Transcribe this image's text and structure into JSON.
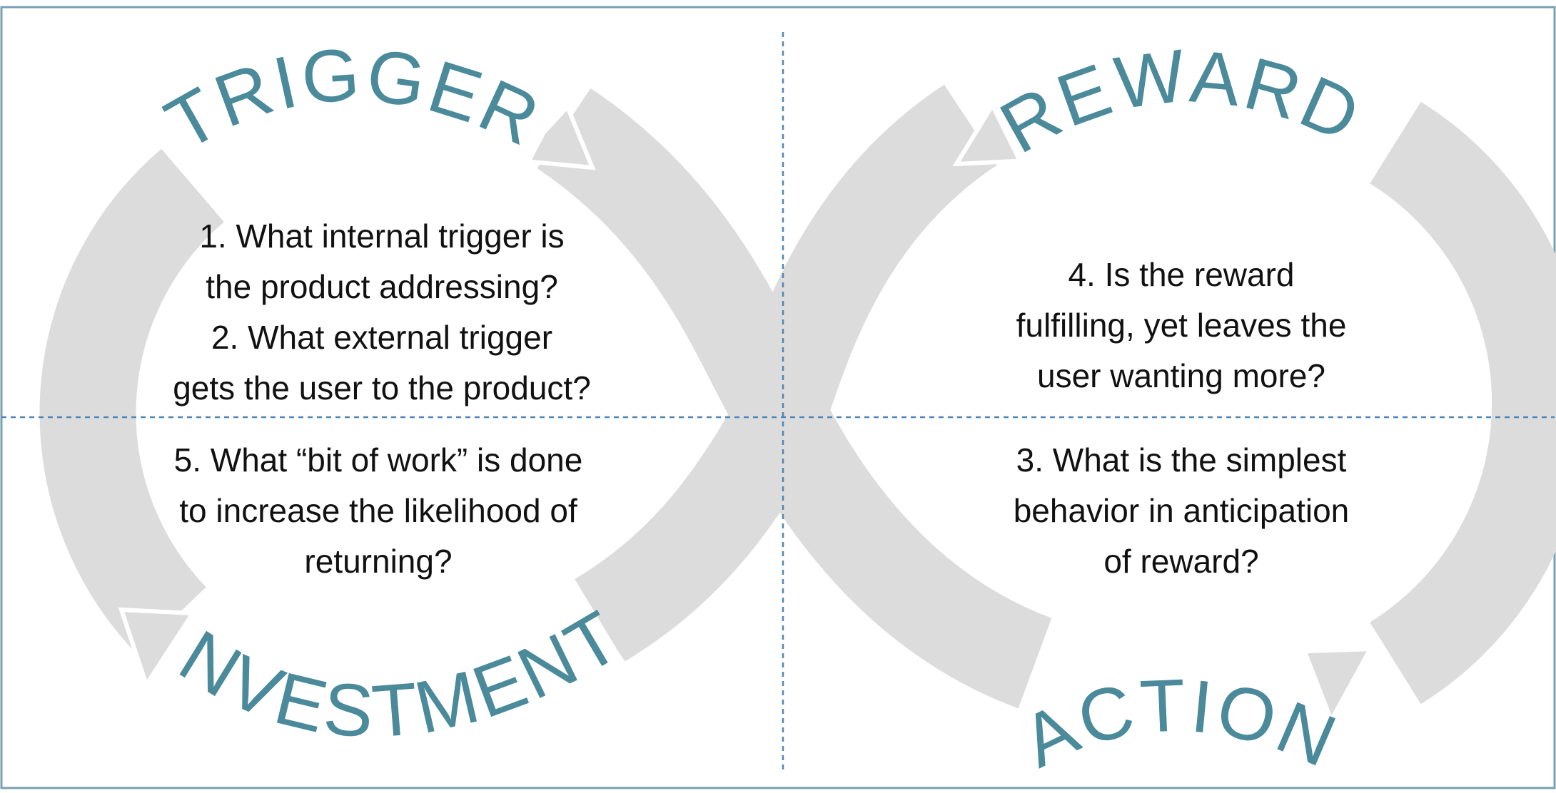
{
  "colors": {
    "label": "#4a8a9a",
    "arc": "#dcdcdc",
    "frame": "#7aa0b0",
    "divider": "#4f86b8",
    "question_text": "#111111"
  },
  "stages": {
    "trigger": "TRIGGER",
    "reward": "REWARD",
    "investment": "INVESTMENT",
    "action": "ACTION"
  },
  "questions": {
    "trigger": [
      "1. What internal trigger is",
      "the product addressing?",
      "2. What external trigger",
      "gets the user to the product?"
    ],
    "investment": [
      "5. What “bit of work” is done",
      "to increase the likelihood of",
      "returning?"
    ],
    "reward": [
      "4. Is the reward",
      "fulfilling, yet leaves the",
      "user wanting more?"
    ],
    "action": [
      "3. What is the simplest",
      "behavior in anticipation",
      "of reward?"
    ]
  }
}
